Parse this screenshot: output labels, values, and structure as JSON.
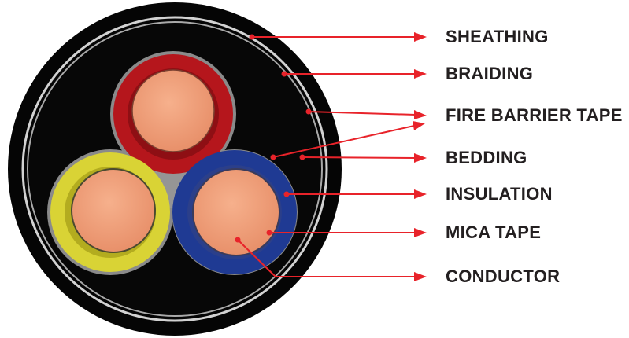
{
  "labels": [
    {
      "id": "sheathing",
      "text": "SHEATHING"
    },
    {
      "id": "braiding",
      "text": "BRAIDING"
    },
    {
      "id": "fire_barrier_tape",
      "text": "FIRE BARRIER TAPE"
    },
    {
      "id": "bedding",
      "text": "BEDDING"
    },
    {
      "id": "insulation",
      "text": "INSULATION"
    },
    {
      "id": "mica_tape",
      "text": "MICA TAPE"
    },
    {
      "id": "conductor",
      "text": "CONDUCTOR"
    }
  ],
  "colors": {
    "leader": "#e8232a",
    "label_text": "#231f20",
    "sheath": "#050505",
    "braid_ring": "#c9c9c9",
    "bedding": "#8d8d8d",
    "core_red": "#b5161c",
    "core_yellow": "#d9d335",
    "core_blue": "#1f3a93",
    "conductor": "#f0a07a"
  }
}
